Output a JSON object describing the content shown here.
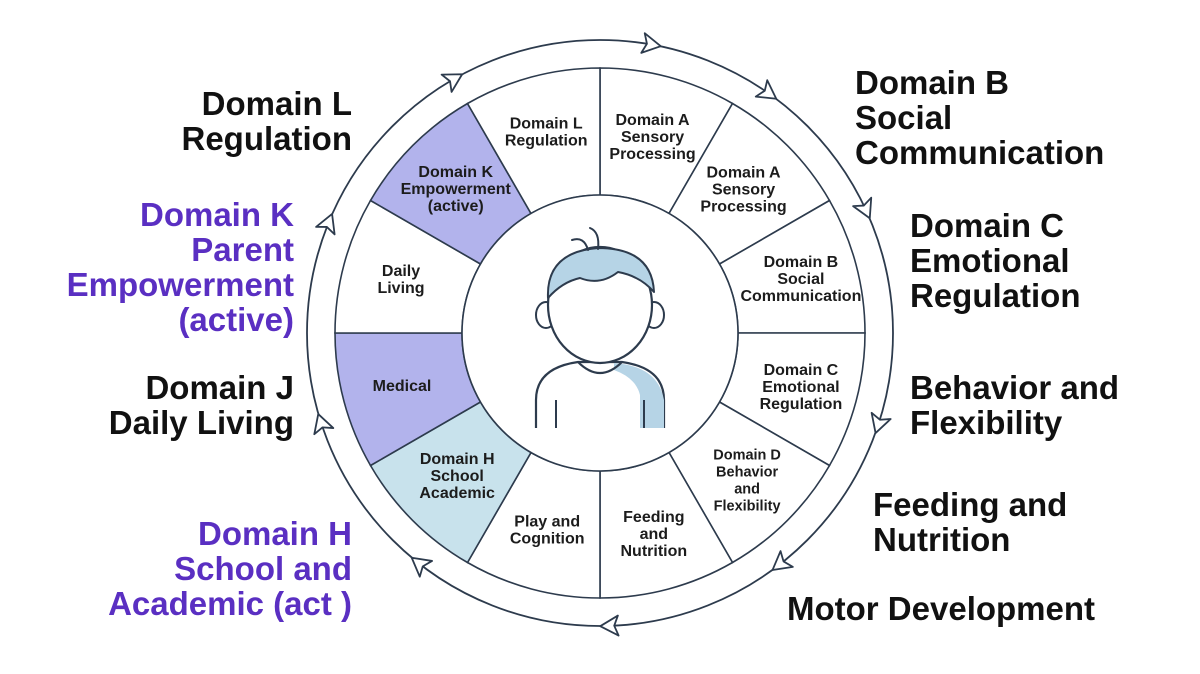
{
  "center": {
    "icon": "child-avatar-icon"
  },
  "colors": {
    "active_text": "#5a2fc2",
    "active_fill": "#b2b3ec",
    "highlight_fill": "#c8e2ec",
    "default_fill": "#ffffff",
    "stroke": "#2d3b4d",
    "avatar_blue": "#b6d4e6"
  },
  "segments": [
    {
      "id": "domain-a-1",
      "lines": [
        "Domain A",
        "Sensory",
        "Processing"
      ],
      "state": "default"
    },
    {
      "id": "domain-a-2",
      "lines": [
        "Domain A",
        "Sensory",
        "Processing"
      ],
      "state": "default"
    },
    {
      "id": "domain-b",
      "lines": [
        "Domain B",
        "Social",
        "Communication"
      ],
      "state": "default"
    },
    {
      "id": "domain-c",
      "lines": [
        "Domain C",
        "Emotional",
        "Regulation"
      ],
      "state": "default"
    },
    {
      "id": "domain-d",
      "lines": [
        "Domain D",
        "Behavior",
        "and",
        "Flexibility"
      ],
      "state": "default"
    },
    {
      "id": "feeding",
      "lines": [
        "Feeding",
        "and",
        "Nutrition"
      ],
      "state": "default"
    },
    {
      "id": "play",
      "lines": [
        "Play and",
        "Cognition"
      ],
      "state": "default"
    },
    {
      "id": "domain-h",
      "lines": [
        "Domain H",
        "School",
        "Academic"
      ],
      "state": "highlight"
    },
    {
      "id": "medical",
      "lines": [
        "Medical"
      ],
      "state": "active"
    },
    {
      "id": "daily-living",
      "lines": [
        "Daily",
        "Living"
      ],
      "state": "default"
    },
    {
      "id": "domain-k",
      "lines": [
        "Domain K",
        "Empowerment",
        "(active)"
      ],
      "state": "active"
    },
    {
      "id": "domain-l",
      "lines": [
        "Domain L",
        "Regulation"
      ],
      "state": "default"
    }
  ],
  "outer_labels": [
    {
      "id": "domain-b",
      "lines": [
        "Domain B",
        "Social",
        "Communication"
      ],
      "active": false
    },
    {
      "id": "domain-c",
      "lines": [
        "Domain C",
        "Emotional",
        "Regulation"
      ],
      "active": false
    },
    {
      "id": "behavior",
      "lines": [
        "Behavior and",
        "Flexibility"
      ],
      "active": false
    },
    {
      "id": "feeding",
      "lines": [
        "Feeding and",
        "Nutrition"
      ],
      "active": false
    },
    {
      "id": "motor",
      "lines": [
        "Motor Development"
      ],
      "active": false
    },
    {
      "id": "domain-h",
      "lines": [
        "Domain H",
        "School and",
        "Academic (act )"
      ],
      "active": true
    },
    {
      "id": "domain-j",
      "lines": [
        "Domain J",
        "Daily Living"
      ],
      "active": false
    },
    {
      "id": "domain-k",
      "lines": [
        "Domain K",
        "Parent",
        "Empowerment",
        "(active)"
      ],
      "active": true
    },
    {
      "id": "domain-l",
      "lines": [
        "Domain L",
        "Regulation"
      ],
      "active": false
    }
  ]
}
